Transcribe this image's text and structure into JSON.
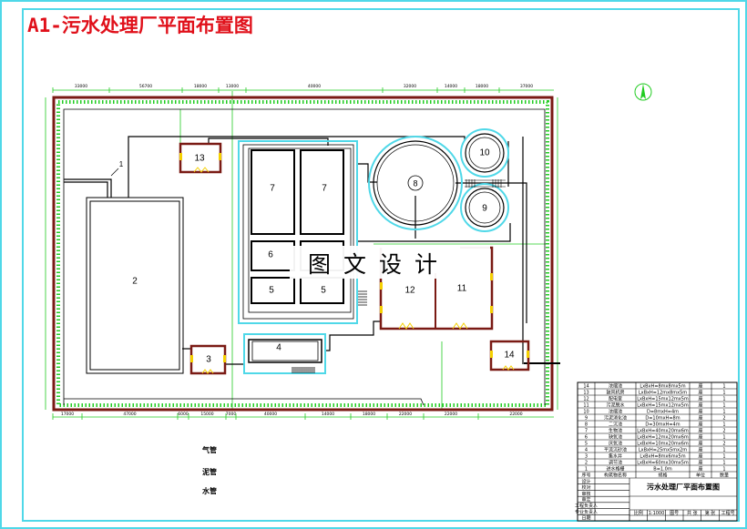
{
  "title": "A1-污水处理厂平面布置图",
  "watermark": "图文设计",
  "colors": {
    "title": "#e0101a",
    "frame": "#4fd8e8",
    "boundary": "#7a1a14",
    "dimension": "#22cc22",
    "pipe_highlight": "#4fd8e8",
    "door": "#f5d000"
  },
  "units": {
    "u1": "1",
    "u2": "2",
    "u3": "3",
    "u4": "4",
    "u5a": "5",
    "u5b": "5",
    "u6": "6",
    "u7a": "7",
    "u7b": "7",
    "u8": "8",
    "u9": "9",
    "u10": "10",
    "u11": "11",
    "u12": "12",
    "u13": "13",
    "u14": "14"
  },
  "dimensions": {
    "top": [
      "33000",
      "56700",
      "18000",
      "13000",
      "40000",
      "32000",
      "14000",
      "18000",
      "37000"
    ],
    "bottom": [
      "17000",
      "47000",
      "6000",
      "15000",
      "7000",
      "40000",
      "14000",
      "18000",
      "22000",
      "22000",
      "22000"
    ]
  },
  "legend": [
    {
      "label": "气管"
    },
    {
      "label": "泥管"
    },
    {
      "label": "水管"
    }
  ],
  "table": {
    "header": {
      "no": "序号",
      "name": "构筑物名称",
      "spec": "规格",
      "unit": "单位",
      "qty": "数量"
    },
    "rows": [
      {
        "no": "14",
        "name": "浓缩池",
        "spec": "LxBxH=8mx8mx5m",
        "unit": "座",
        "qty": "1"
      },
      {
        "no": "13",
        "name": "鼓风机房",
        "spec": "LxBxH=12mx8mx5m",
        "unit": "座",
        "qty": "1"
      },
      {
        "no": "12",
        "name": "配电室",
        "spec": "LxBxH=15mx12mx5m",
        "unit": "座",
        "qty": "1"
      },
      {
        "no": "11",
        "name": "污泥脱水",
        "spec": "LxBxH=15mx12mx5m",
        "unit": "座",
        "qty": "1"
      },
      {
        "no": "10",
        "name": "浓缩池",
        "spec": "D=8mxH=4m",
        "unit": "座",
        "qty": "1"
      },
      {
        "no": "9",
        "name": "污泥消化池",
        "spec": "D=10mxH=8m",
        "unit": "座",
        "qty": "2"
      },
      {
        "no": "8",
        "name": "二沉池",
        "spec": "D=30mxH=4m",
        "unit": "座",
        "qty": "1"
      },
      {
        "no": "7",
        "name": "生物池",
        "spec": "LxBxH=40mx20mx6m",
        "unit": "座",
        "qty": "2"
      },
      {
        "no": "6",
        "name": "缺氧池",
        "spec": "LxBxH=12mx20mx6m",
        "unit": "座",
        "qty": "1"
      },
      {
        "no": "5",
        "name": "厌氧池",
        "spec": "LxBxH=10mx20mx6m",
        "unit": "座",
        "qty": "2"
      },
      {
        "no": "4",
        "name": "平流沉砂池",
        "spec": "LxBxH=25mx5mx2m",
        "unit": "座",
        "qty": "1"
      },
      {
        "no": "3",
        "name": "集水井",
        "spec": "LxBxH=8mx6mx5m",
        "unit": "座",
        "qty": "1"
      },
      {
        "no": "2",
        "name": "调节池",
        "spec": "LxBxH=60mx30mx5m",
        "unit": "座",
        "qty": "1"
      },
      {
        "no": "1",
        "name": "进水格栅",
        "spec": "B=1.0m",
        "unit": "座",
        "qty": "1"
      }
    ],
    "drawing_title": "污水处理厂平面布置图",
    "sign_labels": [
      "设计",
      "校对",
      "审核",
      "审定",
      "工程负责人",
      "专业负责人",
      "日期"
    ],
    "footer": [
      "比例",
      "1:1000",
      "图号",
      "共 张",
      "第 张",
      "工程号"
    ]
  }
}
